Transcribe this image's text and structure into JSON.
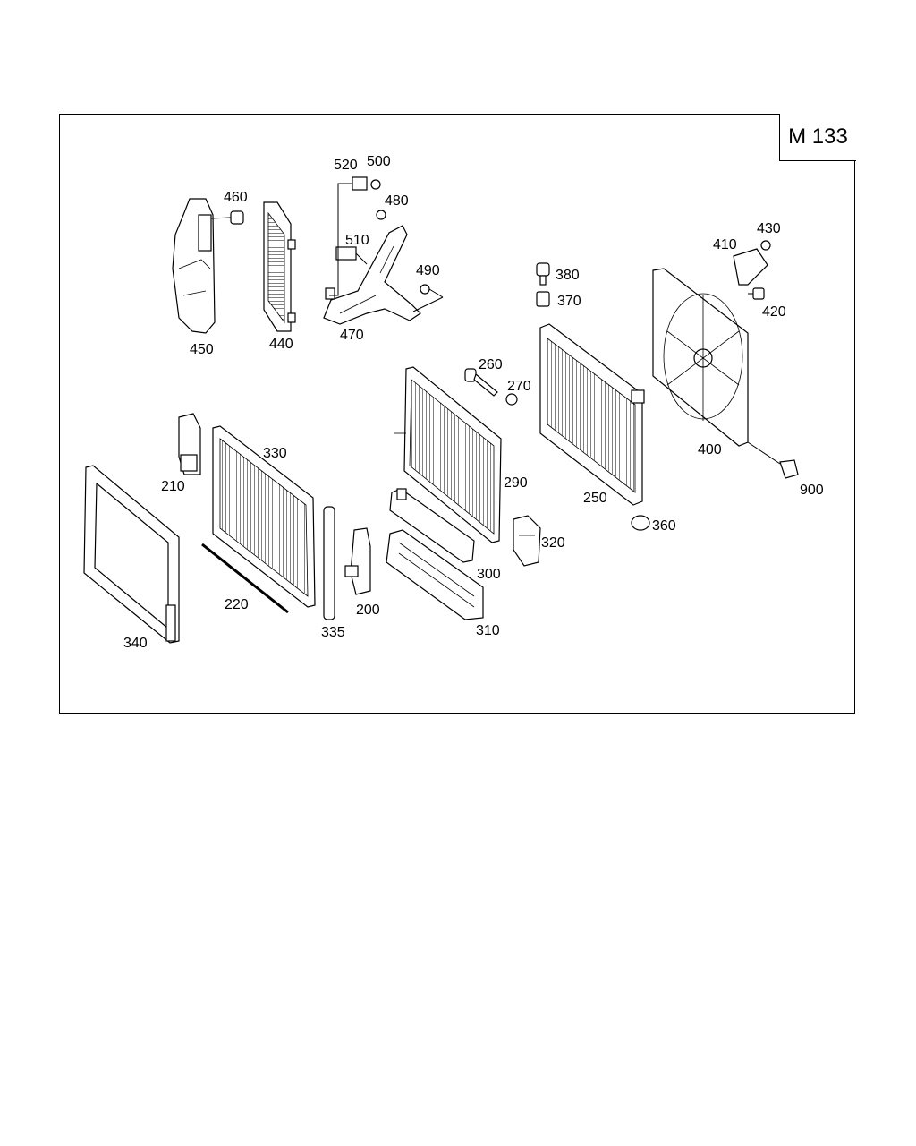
{
  "diagram": {
    "code": "M 133",
    "callouts": [
      "210",
      "220",
      "200",
      "250",
      "260",
      "270",
      "290",
      "300",
      "310",
      "320",
      "330",
      "335",
      "340",
      "360",
      "370",
      "380",
      "400",
      "410",
      "420",
      "430",
      "440",
      "450",
      "460",
      "470",
      "480",
      "490",
      "500",
      "510",
      "520",
      "900"
    ]
  }
}
